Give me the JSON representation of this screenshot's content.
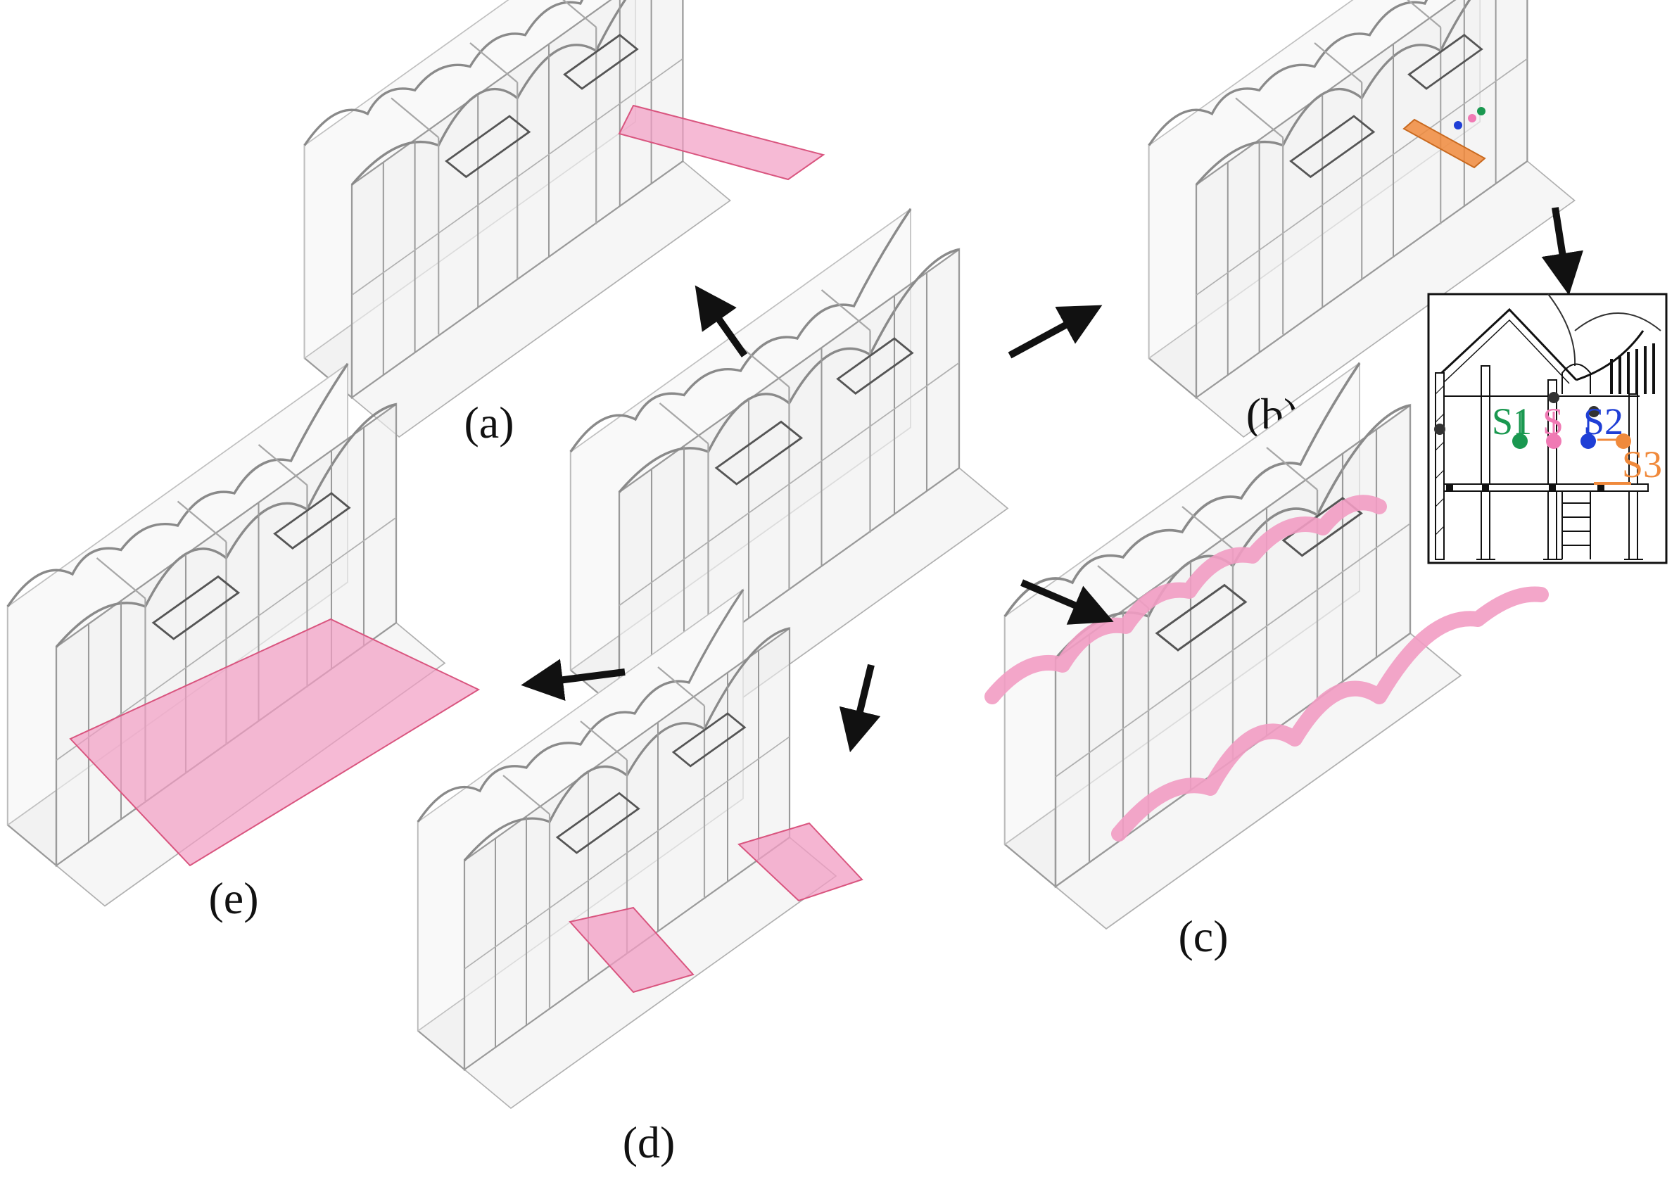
{
  "panels": [
    {
      "id": "a",
      "label": "(a)"
    },
    {
      "id": "b",
      "label": "(b)"
    },
    {
      "id": "c",
      "label": "(c)"
    },
    {
      "id": "d",
      "label": "(d)"
    },
    {
      "id": "e",
      "label": "(e)"
    }
  ],
  "inset": {
    "sensors": [
      {
        "label": "S1",
        "color": "#1a9850"
      },
      {
        "label": "S",
        "color": "#f07ab4"
      },
      {
        "label": "S2",
        "color": "#1f3fd6"
      },
      {
        "label": "S3",
        "color": "#f08a3c"
      }
    ]
  },
  "colors": {
    "highlight_pink": "#f29cc3",
    "highlight_pink_edge": "#d9557f",
    "structure_gray": "#9a9a9a",
    "orange_marker": "#f08a3c"
  }
}
